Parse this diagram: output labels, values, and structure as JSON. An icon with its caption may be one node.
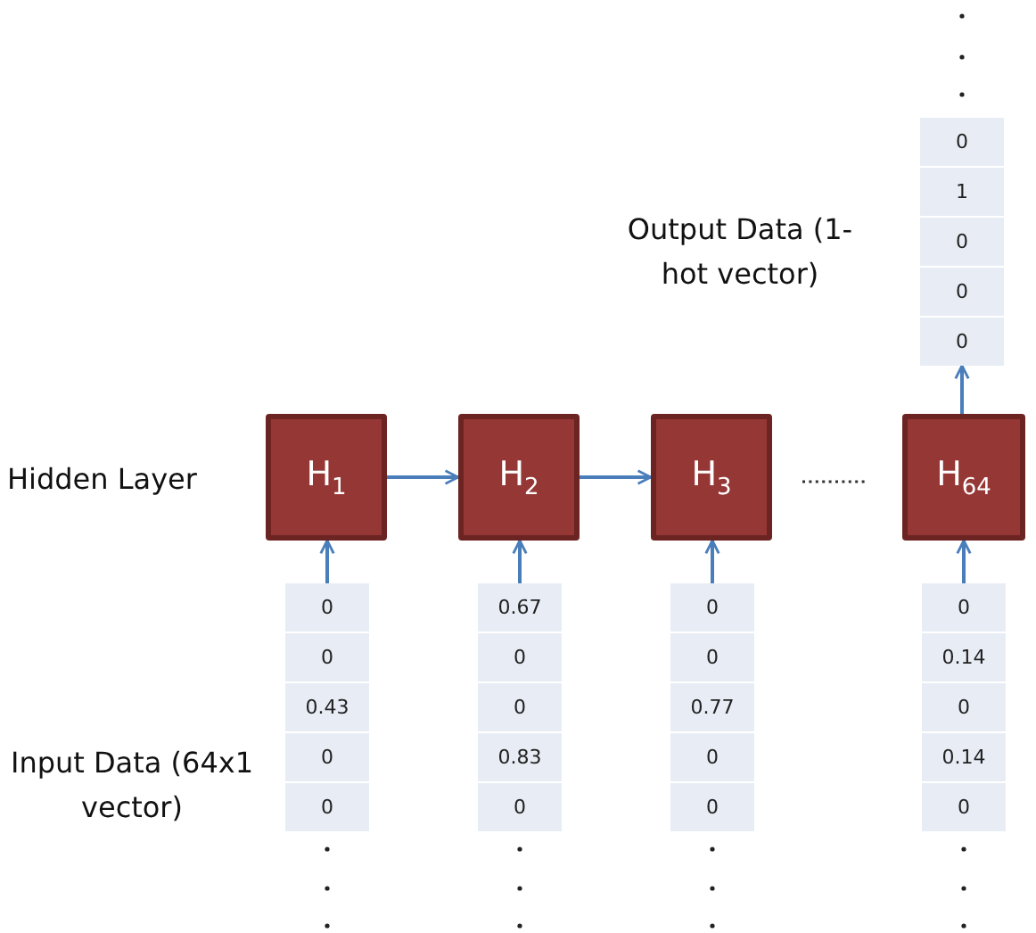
{
  "diagram": {
    "nodes": [
      {
        "text": [
          "0",
          "1",
          "0",
          "0",
          "0"
        ]
      },
      {
        "text": [
          "H$_{1}$"
        ]
      },
      {
        "text": [
          "H$_{2}$"
        ]
      },
      {
        "text": [
          "H$_{3}$"
        ]
      },
      {
        "text": [
          "H$_{64}$"
        ]
      },
      {
        "text": [
          "0",
          "0",
          "0.43",
          "0",
          "0"
        ]
      },
      {
        "text": [
          "0.67",
          "0",
          "0",
          "0.83",
          "0"
        ]
      },
      {
        "text": [
          "0",
          "0",
          "0.77",
          "0",
          "0"
        ]
      },
      {
        "text": [
          "0",
          "0.14",
          "0",
          "0.14",
          "0"
        ]
      }
    ],
    "edges": [
      {
        "from": 5,
        "to": 1,
        "arrow": "to"
      },
      {
        "from": 6,
        "to": 2,
        "arrow": "to"
      },
      {
        "from": 7,
        "to": 3,
        "arrow": "to"
      },
      {
        "from": 8,
        "to": 4,
        "arrow": "to"
      },
      {
        "from": 1,
        "to": 2,
        "arrow": "to"
      },
      {
        "from": 2,
        "to": 3,
        "arrow": "to"
      },
      {
        "from": 4,
        "to": 0,
        "arrow": "to"
      }
    ],
    "labels": [
      "Output Data (1-hot vector)",
      "Hidden Layer",
      "Input Data (64x1 vector)"
    ]
  }
}
